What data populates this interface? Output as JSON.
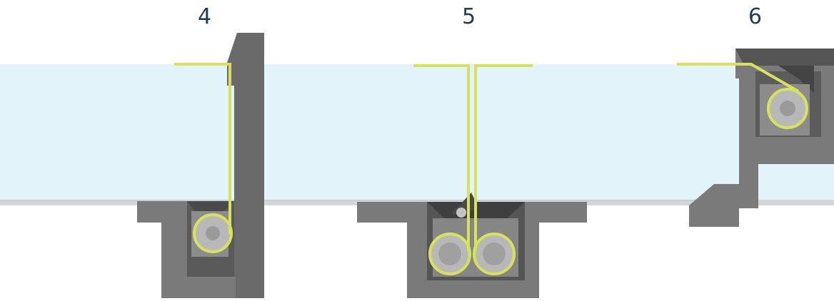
{
  "diagram": {
    "labels": [
      "4",
      "5",
      "6"
    ],
    "colors": {
      "water": "#e3f3fa",
      "concrete_dark": "#5f5f5f",
      "concrete": "#7a7a7a",
      "concrete_light": "#9a9a9a",
      "roller": "#bdbdbd",
      "cover_line": "#d7e25a",
      "label": "#1f3a5a"
    }
  }
}
